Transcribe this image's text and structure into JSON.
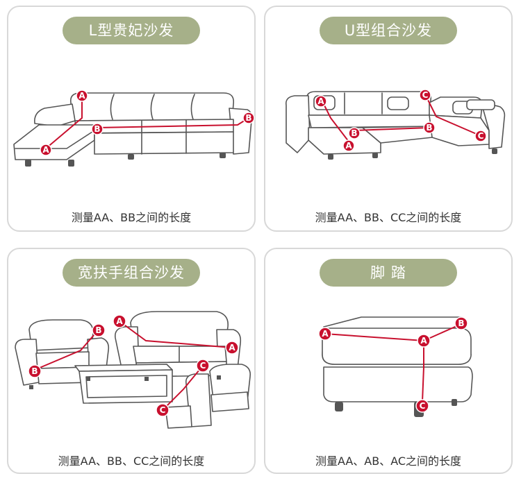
{
  "panels": [
    {
      "title": "L型贵妃沙发",
      "caption": "测量AA、BB之间的长度"
    },
    {
      "title": "U型组合沙发",
      "caption": "测量AA、BB、CC之间的长度"
    },
    {
      "title": "宽扶手组合沙发",
      "caption": "测量AA、BB、CC之间的长度"
    },
    {
      "title": "脚 踏",
      "caption": "测量AA、AB、AC之间的长度"
    }
  ],
  "colors": {
    "title_bg": "#a6b089",
    "marker": "#c8102e",
    "border": "#d8d8d8"
  },
  "markers": {
    "a": "A",
    "b": "B",
    "c": "C"
  }
}
